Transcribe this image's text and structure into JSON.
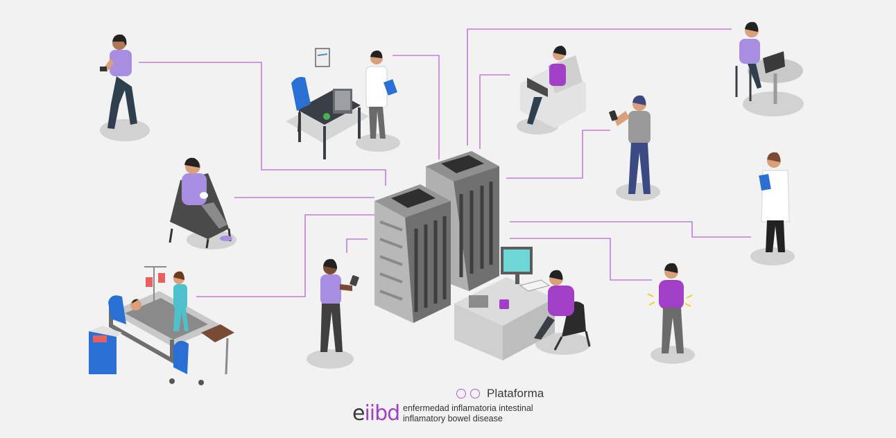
{
  "colors": {
    "background": "#f2f2f2",
    "connector": "#c47bdb",
    "accent": "#a23fc7",
    "server_dark": "#6f6f6f",
    "server_light": "#b9b9b9",
    "shadow": "#d2d2d2",
    "purple_shirt": "#a88ee0",
    "skin": "#d9a07b"
  },
  "logo": {
    "platform_label": "Plataforma",
    "mark_prefix": "e",
    "mark_accent": "iibd",
    "line_es": "enfermedad inflamatoria intestinal",
    "line_en": "inflamatory bowel disease"
  },
  "icons": [
    "server-rack-icon",
    "doctor-icon",
    "patient-icon",
    "laptop-icon",
    "smartphone-icon",
    "hospital-bed-icon",
    "desktop-computer-icon"
  ]
}
